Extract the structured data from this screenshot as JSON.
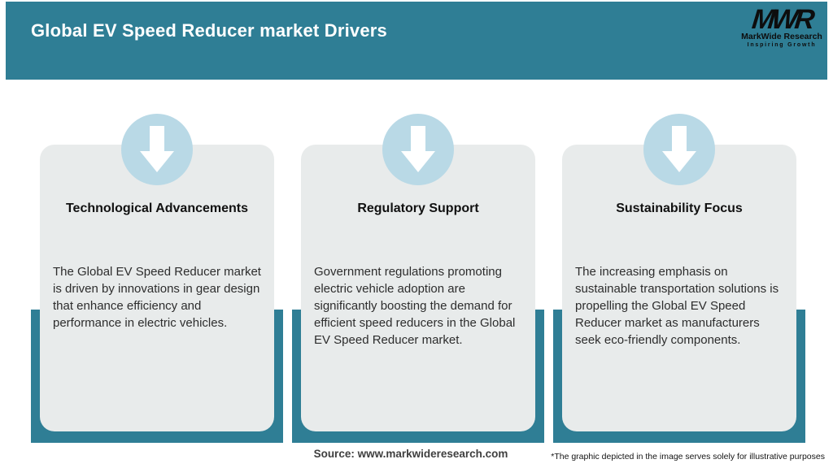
{
  "header": {
    "title": "Global EV Speed Reducer market Drivers",
    "bg_color": "#2F7E95"
  },
  "logo": {
    "monogram": "MWR",
    "name": "MarkWide Research",
    "tagline": "Inspiring Growth"
  },
  "cards": [
    {
      "icon": "down-arrow-icon",
      "title": "Technological Advancements",
      "body": "The Global EV Speed Reducer market is driven by innovations in gear design that enhance efficiency and performance in electric vehicles."
    },
    {
      "icon": "down-arrow-icon",
      "title": "Regulatory Support",
      "body": "Government regulations promoting electric vehicle adoption are significantly boosting the demand for efficient speed reducers in the Global EV Speed Reducer market."
    },
    {
      "icon": "down-arrow-icon",
      "title": "Sustainability Focus",
      "body": "The increasing emphasis on sustainable transportation solutions is propelling the Global EV Speed Reducer market as manufacturers seek eco-friendly components."
    }
  ],
  "footer": {
    "source": "Source: www.markwideresearch.com",
    "disclaimer": "*The graphic depicted in the image serves solely for illustrative purposes"
  },
  "colors": {
    "teal": "#2F7E95",
    "card_bg": "#E8EBEB",
    "icon_circle_bg": "#B9D9E6",
    "arrow": "#FFFFFF"
  }
}
